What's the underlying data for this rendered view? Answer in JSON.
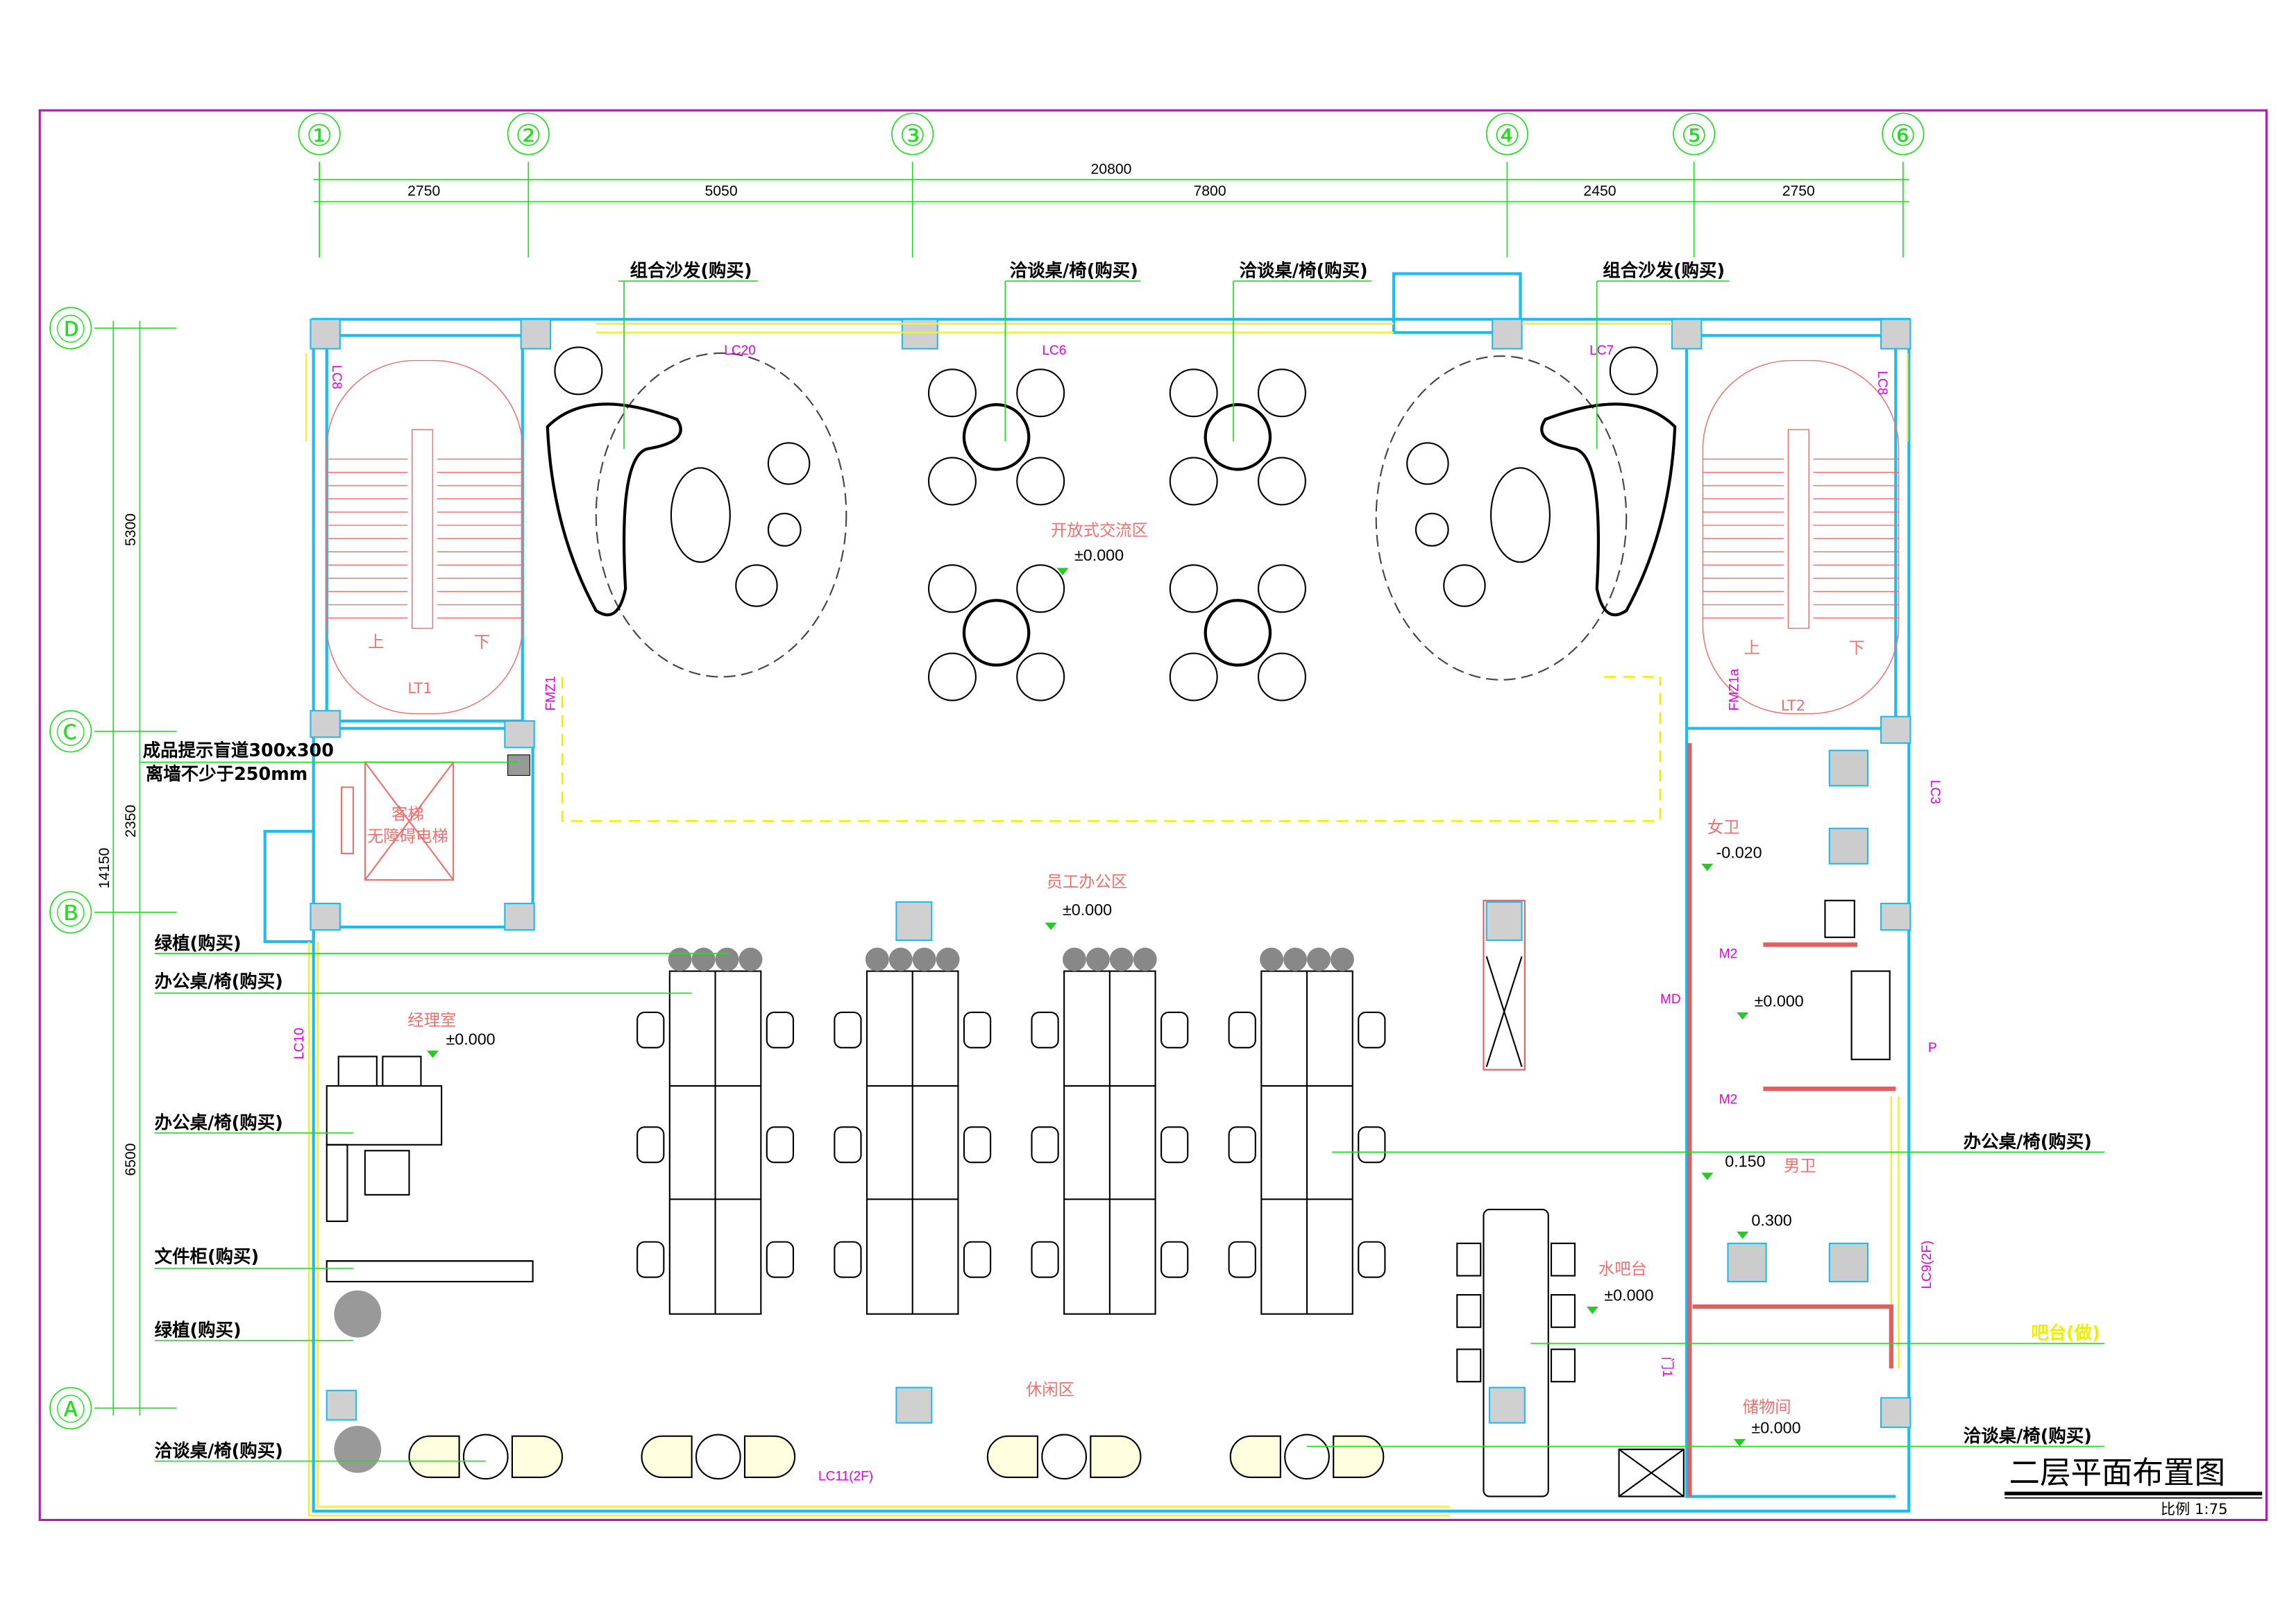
{
  "title": "二层平面布置图",
  "scale": "比例 1:75",
  "axes": {
    "columns": [
      "①",
      "②",
      "③",
      "④",
      "⑤",
      "⑥"
    ],
    "rows": [
      "Ⓓ",
      "Ⓒ",
      "Ⓑ",
      "Ⓐ"
    ]
  },
  "dimensions": {
    "total_width": "20800",
    "segments": [
      "2750",
      "5050",
      "7800",
      "2450",
      "2750"
    ],
    "total_depth": "14150",
    "left_segments": [
      "5300",
      "2350",
      "6500"
    ]
  },
  "callouts": {
    "sofa_left": "组合沙发(购买)",
    "table_chair_top_1": "洽谈桌/椅(购买)",
    "table_chair_top_2": "洽谈桌/椅(购买)",
    "sofa_right": "组合沙发(购买)",
    "tactile_path_1": "成品提示盲道300x300",
    "tactile_path_2": "离墙不少于250mm",
    "plants_1": "绿植(购买)",
    "desk_chair_1": "办公桌/椅(购买)",
    "desk_chair_2": "办公桌/椅(购买)",
    "file_cabinet": "文件柜(购买)",
    "plants_2": "绿植(购买)",
    "table_chair_bottom_left": "洽谈桌/椅(购买)",
    "desk_chair_right": "办公桌/椅(购买)",
    "bar_counter": "吧台(做)",
    "table_chair_bottom_right": "洽谈桌/椅(购买)"
  },
  "zones": {
    "open_area": "开放式交流区",
    "open_area_level": "±0.000",
    "staff_office": "员工办公区",
    "staff_office_level": "±0.000",
    "manager_room": "经理室",
    "manager_level": "±0.000",
    "lounge": "休闲区",
    "water_bar": "水吧台",
    "water_bar_level": "±0.000",
    "female_wc": "女卫",
    "female_level": "-0.020",
    "wash_level": "±0.000",
    "male_wc": "男卫",
    "male_level": "0.150",
    "stall_level": "0.300",
    "storage": "储物间",
    "storage_level": "±0.000",
    "elevator_1": "客梯",
    "elevator_2": "无障碍电梯",
    "stair_left": "LT1",
    "stair_right": "LT2",
    "up": "上",
    "down": "下"
  },
  "tags": {
    "lc20": "LC20",
    "lc6": "LC6",
    "lc7": "LC7",
    "lc8_left": "LC8",
    "lc8_right": "LC8",
    "lc3": "LC3",
    "lc10": "LC10",
    "lc9": "LC9(2F)",
    "lc11": "LC11(2F)",
    "fmz1": "FMZ1",
    "fmz1a": "FMZ1a",
    "m2_a": "M2",
    "m2_b": "M2",
    "md": "MD",
    "kitchen_door": "门1",
    "p": "P"
  },
  "colors": {
    "wall": "#22bbee",
    "axis": "#22dd22",
    "frame": "#aa22aa",
    "window": "#eeee44",
    "zone": "#f07070",
    "tag": "#e000e0"
  }
}
